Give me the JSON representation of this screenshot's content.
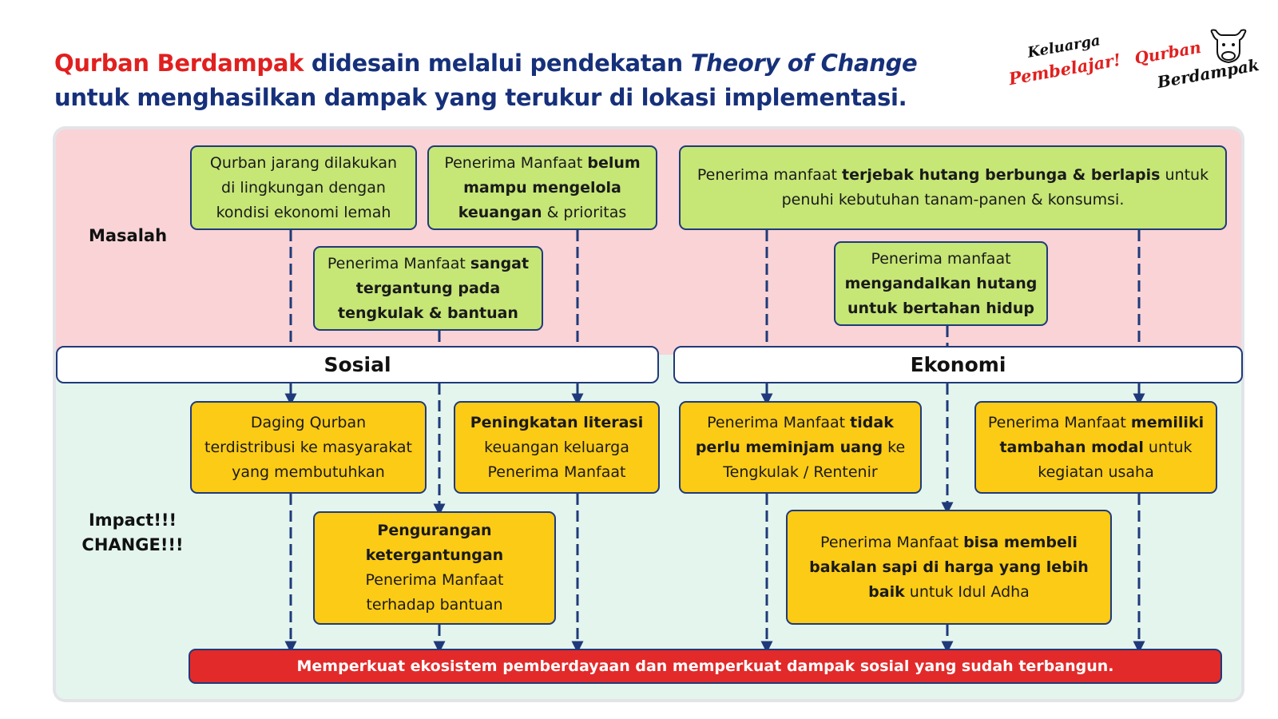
{
  "title": {
    "line1_red": "Qurban Berdampak",
    "line1_mid": " didesain melalui pendekatan ",
    "line1_italic": "Theory of Change",
    "line2": "untuk menghasilkan dampak yang terukur di lokasi implementasi."
  },
  "logos": {
    "logo1_top": "Keluarga",
    "logo1_bottom": "Pembelajar!",
    "logo2_top": "Qurban",
    "logo2_bottom": "Berdampak"
  },
  "row_labels": {
    "masalah": "Masalah",
    "impact_line1": "Impact!!!",
    "impact_line2": "CHANGE!!!"
  },
  "categories": {
    "sosial": "Sosial",
    "ekonomi": "Ekonomi"
  },
  "problems": {
    "p1": [
      "Qurban jarang dilakukan",
      "di lingkungan dengan",
      "kondisi ekonomi lemah"
    ],
    "p2": {
      "a": "Penerima Manfaat ",
      "b": "belum",
      "c": "mampu mengelola",
      "d": "keuangan",
      "e": " & prioritas"
    },
    "p3": {
      "a": "Penerima Manfaat ",
      "b": "sangat",
      "c": "tergantung pada",
      "d": "tengkulak & bantuan"
    },
    "p4": {
      "a": "Penerima manfaat ",
      "b": "terjebak hutang berbunga  & berlapis",
      "c": " untuk",
      "d": "penuhi kebutuhan tanam-panen & konsumsi."
    },
    "p5": {
      "a": "Penerima manfaat",
      "b": "mengandalkan hutang",
      "c": "untuk bertahan hidup"
    }
  },
  "impacts": {
    "i1": [
      "Daging Qurban",
      "terdistribusi ke masyarakat",
      "yang membutuhkan"
    ],
    "i2": {
      "a": "Peningkatan literasi",
      "b": "keuangan keluarga",
      "c": "Penerima Manfaat"
    },
    "i3": {
      "a": "Pengurangan",
      "b": "ketergantungan",
      "c": "Penerima Manfaat",
      "d": "terhadap bantuan"
    },
    "i4": {
      "a": "Penerima Manfaat ",
      "b": "tidak",
      "c": "perlu meminjam uang",
      "d": " ke",
      "e": "Tengkulak / Rentenir"
    },
    "i5": {
      "a": "Penerima Manfaat ",
      "b": "memiliki",
      "c": "tambahan modal",
      "d": " untuk",
      "e": "kegiatan usaha"
    },
    "i6": {
      "a": "Penerima Manfaat ",
      "b": "bisa membeli",
      "c": "bakalan sapi di harga yang lebih",
      "d": "baik",
      "e": " untuk Idul Adha"
    }
  },
  "final_outcome": "Memperkuat ekosistem pemberdayaan dan memperkuat dampak sosial yang sudah terbangun.",
  "colors": {
    "accent_red": "#e0201f",
    "navy": "#16307a",
    "problem_bg": "#c6e676",
    "impact_bg": "#fccb16",
    "outcome_bg": "#e22a2a",
    "masalah_zone": "#f9d3d6",
    "impact_zone": "#e4f5ee"
  }
}
